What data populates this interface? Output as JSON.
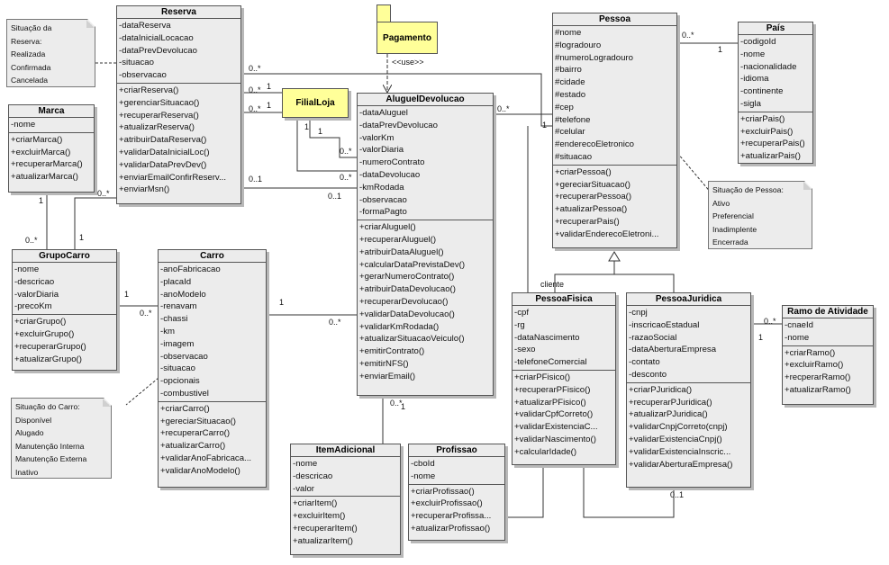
{
  "classes": [
    {
      "id": "reserva",
      "title": "Reserva",
      "attrs": [
        "-dataReserva",
        "-dataInicialLocacao",
        "-dataPrevDevolucao",
        "-situacao",
        "-observacao"
      ],
      "ops": [
        "+criarReserva()",
        "+gerenciarSituacao()",
        "+recuperarReserva()",
        "+atualizarReserva()",
        "+atribuirDataReserva()",
        "+validarDataInicialLoc()",
        "+validarDataPrevDev()",
        "+enviarEmailConfirReserv...",
        "+enviarMsn()"
      ]
    },
    {
      "id": "marca",
      "title": "Marca",
      "attrs": [
        "-nome"
      ],
      "ops": [
        "+criarMarca()",
        "+excluirMarca()",
        "+recuperarMarca()",
        "+atualizarMarca()"
      ]
    },
    {
      "id": "grupocarro",
      "title": "GrupoCarro",
      "attrs": [
        "-nome",
        "-descricao",
        "-valorDiaria",
        "-precoKm"
      ],
      "ops": [
        "+criarGrupo()",
        "+excluirGrupo()",
        "+recuperarGrupo()",
        "+atualizarGrupo()"
      ]
    },
    {
      "id": "carro",
      "title": "Carro",
      "attrs": [
        "-anoFabricacao",
        "-placaId",
        "-anoModelo",
        "-renavam",
        "-chassi",
        "-km",
        "-imagem",
        "-observacao",
        "-situacao",
        "-opcionais",
        "-combustivel"
      ],
      "ops": [
        "+criarCarro()",
        "+gereciarSituacao()",
        "+recuperarCarro()",
        "+atualizarCarro()",
        "+validarAnoFabricaca...",
        "+validarAnoModelo()"
      ]
    },
    {
      "id": "filialloja",
      "title": "FilialLoja",
      "attrs": [],
      "ops": []
    },
    {
      "id": "aluguel",
      "title": "AluguelDevolucao",
      "attrs": [
        "-dataAluguel",
        "-dataPrevDevolucao",
        "-valorKm",
        "-valorDiaria",
        "-numeroContrato",
        "-dataDevolucao",
        "-kmRodada",
        "-observacao",
        "-formaPagto"
      ],
      "ops": [
        "+criarAluguel()",
        "+recuperarAluguel()",
        "+atribuirDataAluguel()",
        "+calcularDataPrevistaDev()",
        "+gerarNumeroContrato()",
        "+atribuirDataDevolucao()",
        "+recuperarDevolucao()",
        "+validarDataDevolucao()",
        "+validarKmRodada()",
        "+atualizarSituacaoVeiculo()",
        "+emitirContrato()",
        "+emitirNFS()",
        "+enviarEmail()"
      ]
    },
    {
      "id": "itemadicional",
      "title": "ItemAdicional",
      "attrs": [
        "-nome",
        "-descricao",
        "-valor"
      ],
      "ops": [
        "+criarItem()",
        "+excluirItem()",
        "+recuperarItem()",
        "+atualizarItem()"
      ]
    },
    {
      "id": "profissao",
      "title": "Profissao",
      "attrs": [
        "-cboId",
        "-nome"
      ],
      "ops": [
        "+criarProfissao()",
        "+excluirProfissao()",
        "+recuperarProfissa...",
        "+atualizarProfissao()"
      ]
    },
    {
      "id": "pessoa",
      "title": "Pessoa",
      "attrs": [
        "#nome",
        "#logradouro",
        "#numeroLogradouro",
        "#bairro",
        "#cidade",
        "#estado",
        "#cep",
        "#telefone",
        "#celular",
        "#enderecoEletronico",
        "#situacao"
      ],
      "ops": [
        "+criarPessoa()",
        "+gereciarSituacao()",
        "+recuperarPessoa()",
        "+atualizarPessoa()",
        "+recuperarPais()",
        "+validarEnderecoEletroni..."
      ]
    },
    {
      "id": "pais",
      "title": "País",
      "attrs": [
        "-codigoId",
        "-nome",
        "-nacionalidade",
        "-idioma",
        "-continente",
        "-sigla"
      ],
      "ops": [
        "+criarPais()",
        "+excluirPais()",
        "+recuperarPais()",
        "+atualizarPais()"
      ]
    },
    {
      "id": "pessoafisica",
      "title": "PessoaFisica",
      "attrs": [
        "-cpf",
        "-rg",
        "-dataNascimento",
        "-sexo",
        "-telefoneComercial"
      ],
      "ops": [
        "+criarPFisico()",
        "+recuperarPFisico()",
        "+atualizarPFisico()",
        "+validarCpfCorreto()",
        "+validarExistenciaC...",
        "+validarNascimento()",
        "+calcularIdade()"
      ]
    },
    {
      "id": "pessoajuridica",
      "title": "PessoaJuridica",
      "attrs": [
        "-cnpj",
        "-inscricaoEstadual",
        "-razaoSocial",
        "-dataAberturaEmpresa",
        "-contato",
        "-desconto"
      ],
      "ops": [
        "+criarPJuridica()",
        "+recuperarPJuridica()",
        "+atualizarPJuridica()",
        "+validarCnpjCorreto(cnpj)",
        "+validarExistenciaCnpj()",
        "+validarExistenciaInscric...",
        "+validarAberturaEmpresa()"
      ]
    },
    {
      "id": "ramo",
      "title": "Ramo de Atividade",
      "attrs": [
        "-cnaeId",
        "-nome"
      ],
      "ops": [
        "+criarRamo()",
        "+excluirRamo()",
        "+recperarRamo()",
        "+atualizarRamo()"
      ]
    }
  ],
  "notes": [
    {
      "id": "note_reserva",
      "lines": [
        "Situação da",
        "Reserva:",
        "Realizada",
        "Confirmada",
        "Cancelada"
      ]
    },
    {
      "id": "note_pessoa",
      "lines": [
        "Situação de Pessoa:",
        "Ativo",
        "Preferencial",
        "Inadimplente",
        "Encerrada"
      ]
    },
    {
      "id": "note_carro",
      "lines": [
        "Situação do Carro:",
        "Disponível",
        "Alugado",
        "Manutenção Interna",
        "Manutenção Externa",
        "Inativo"
      ]
    }
  ],
  "package": {
    "title": "Pagamento",
    "stereotype": "<<use>>"
  },
  "role_label": "cliente",
  "multiplicities": {
    "m1": "0..*",
    "m2": "0..*",
    "m3": "1",
    "m4": "0..*",
    "m5": "1",
    "m6": "0..1",
    "m7": "0..1",
    "m8": "1",
    "m9": "1",
    "m10": "0..*",
    "m11": "0..*",
    "m12": "1",
    "m13": "0..*",
    "m14": "1",
    "m15": "0..*",
    "m16": "1",
    "m17": "1",
    "m18": "0..*",
    "m19": "1",
    "m20": "0..*",
    "m21": "0..*",
    "m22": "1",
    "m23": "0..*",
    "m24": "0..*",
    "m25": "1",
    "m26": "0..1",
    "m27": "0..*",
    "m28": "1"
  }
}
